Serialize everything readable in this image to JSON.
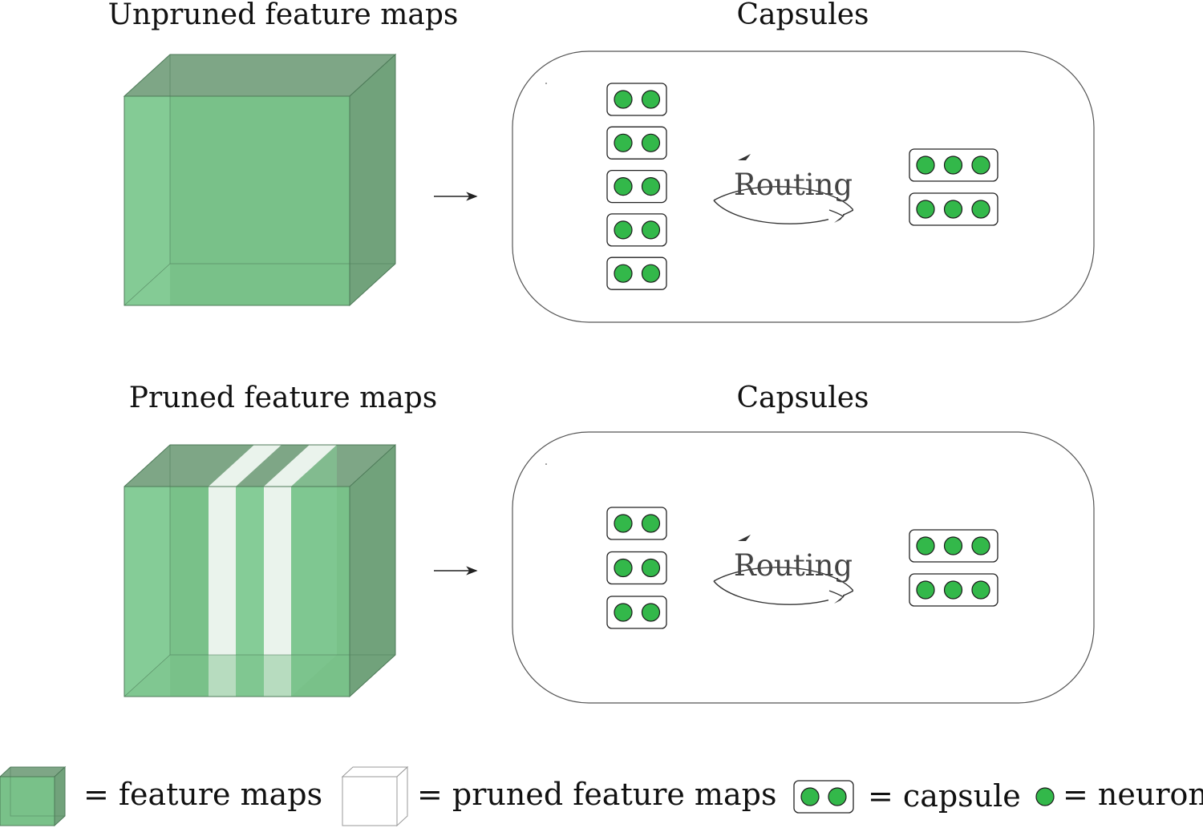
{
  "top": {
    "left_title": "Unpruned feature maps",
    "right_title": "Capsules",
    "routing_label": "Routing",
    "input_capsule_count": 5,
    "output_capsule_count": 2,
    "input_neurons_per_capsule": 2,
    "output_neurons_per_capsule": 3
  },
  "bottom": {
    "left_title": "Pruned feature maps",
    "right_title": "Capsules",
    "routing_label": "Routing",
    "input_capsule_count": 3,
    "output_capsule_count": 2,
    "input_neurons_per_capsule": 2,
    "output_neurons_per_capsule": 3
  },
  "legend": {
    "feature_maps": "= feature maps",
    "pruned_feature_maps": "= pruned feature maps",
    "capsule": "= capsule",
    "neuron": "= neuron"
  },
  "colors": {
    "cube_front": "#79c189",
    "cube_top": "#7ea686",
    "cube_side": "#71a27b",
    "cube_left_strip": "#85cc97",
    "pruned_slice": "#eaf3ec",
    "neuron_fill": "#33b84a",
    "stroke": "#333333"
  },
  "icons": {
    "arrow": "right-arrow-icon",
    "routing": "circular-routing-arrows-icon"
  }
}
